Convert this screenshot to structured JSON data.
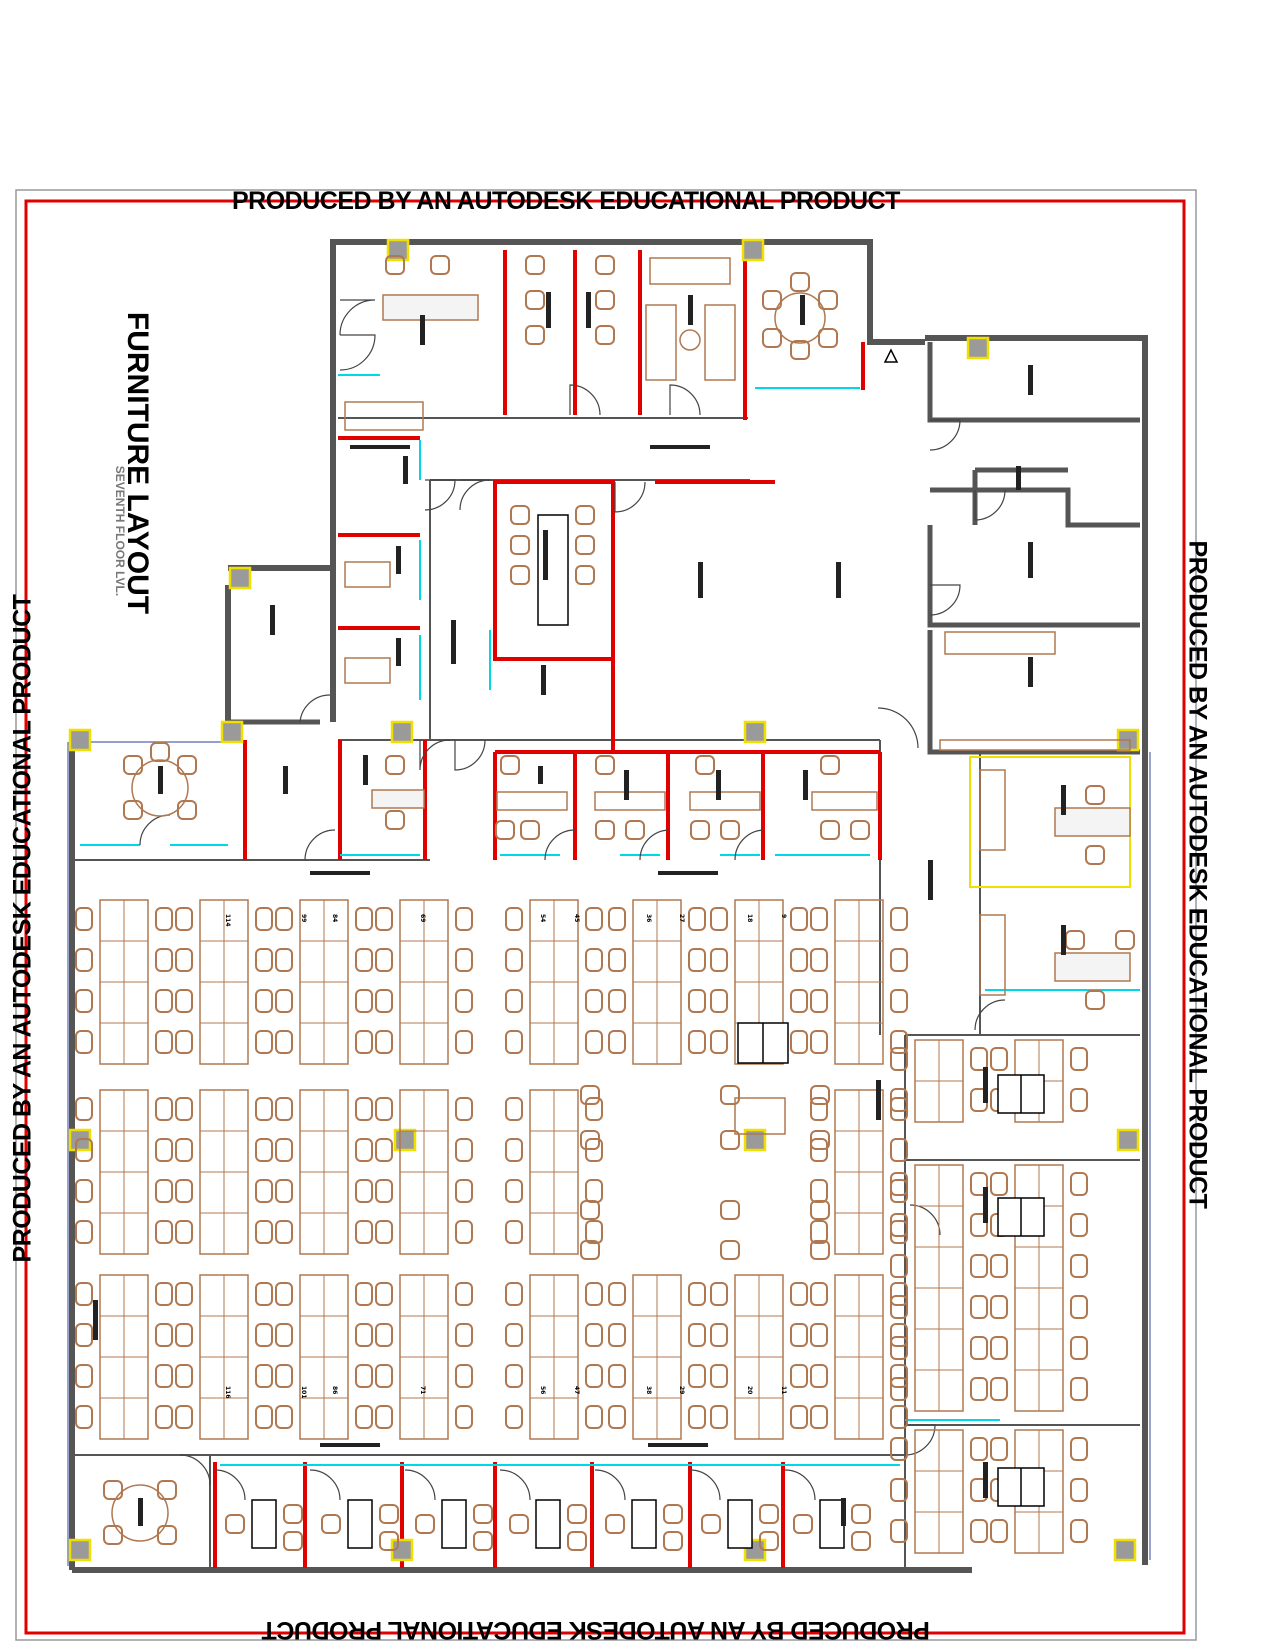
{
  "drawing": {
    "title": "FURNITURE LAYOUT",
    "subtitle": "SEVENTH FLOOR LVL."
  },
  "watermark": {
    "text": "PRODUCED BY AN AUTODESK EDUCATIONAL PRODUCT"
  },
  "colors": {
    "border": "#e00000",
    "wall": "#555555",
    "partition": "#e00000",
    "glass": "#00d8e8",
    "column_fill": "#9a9a9a",
    "column_edge": "#f0e000",
    "furniture": "#b07850",
    "ink": "#000000"
  },
  "workstation_numbers": {
    "top_row": [
      "114",
      "99",
      "84",
      "69",
      "54",
      "45",
      "36",
      "27",
      "18",
      "9"
    ],
    "bottom_row": [
      "116",
      "101",
      "86",
      "71",
      "56",
      "47",
      "38",
      "29",
      "20",
      "11"
    ]
  }
}
